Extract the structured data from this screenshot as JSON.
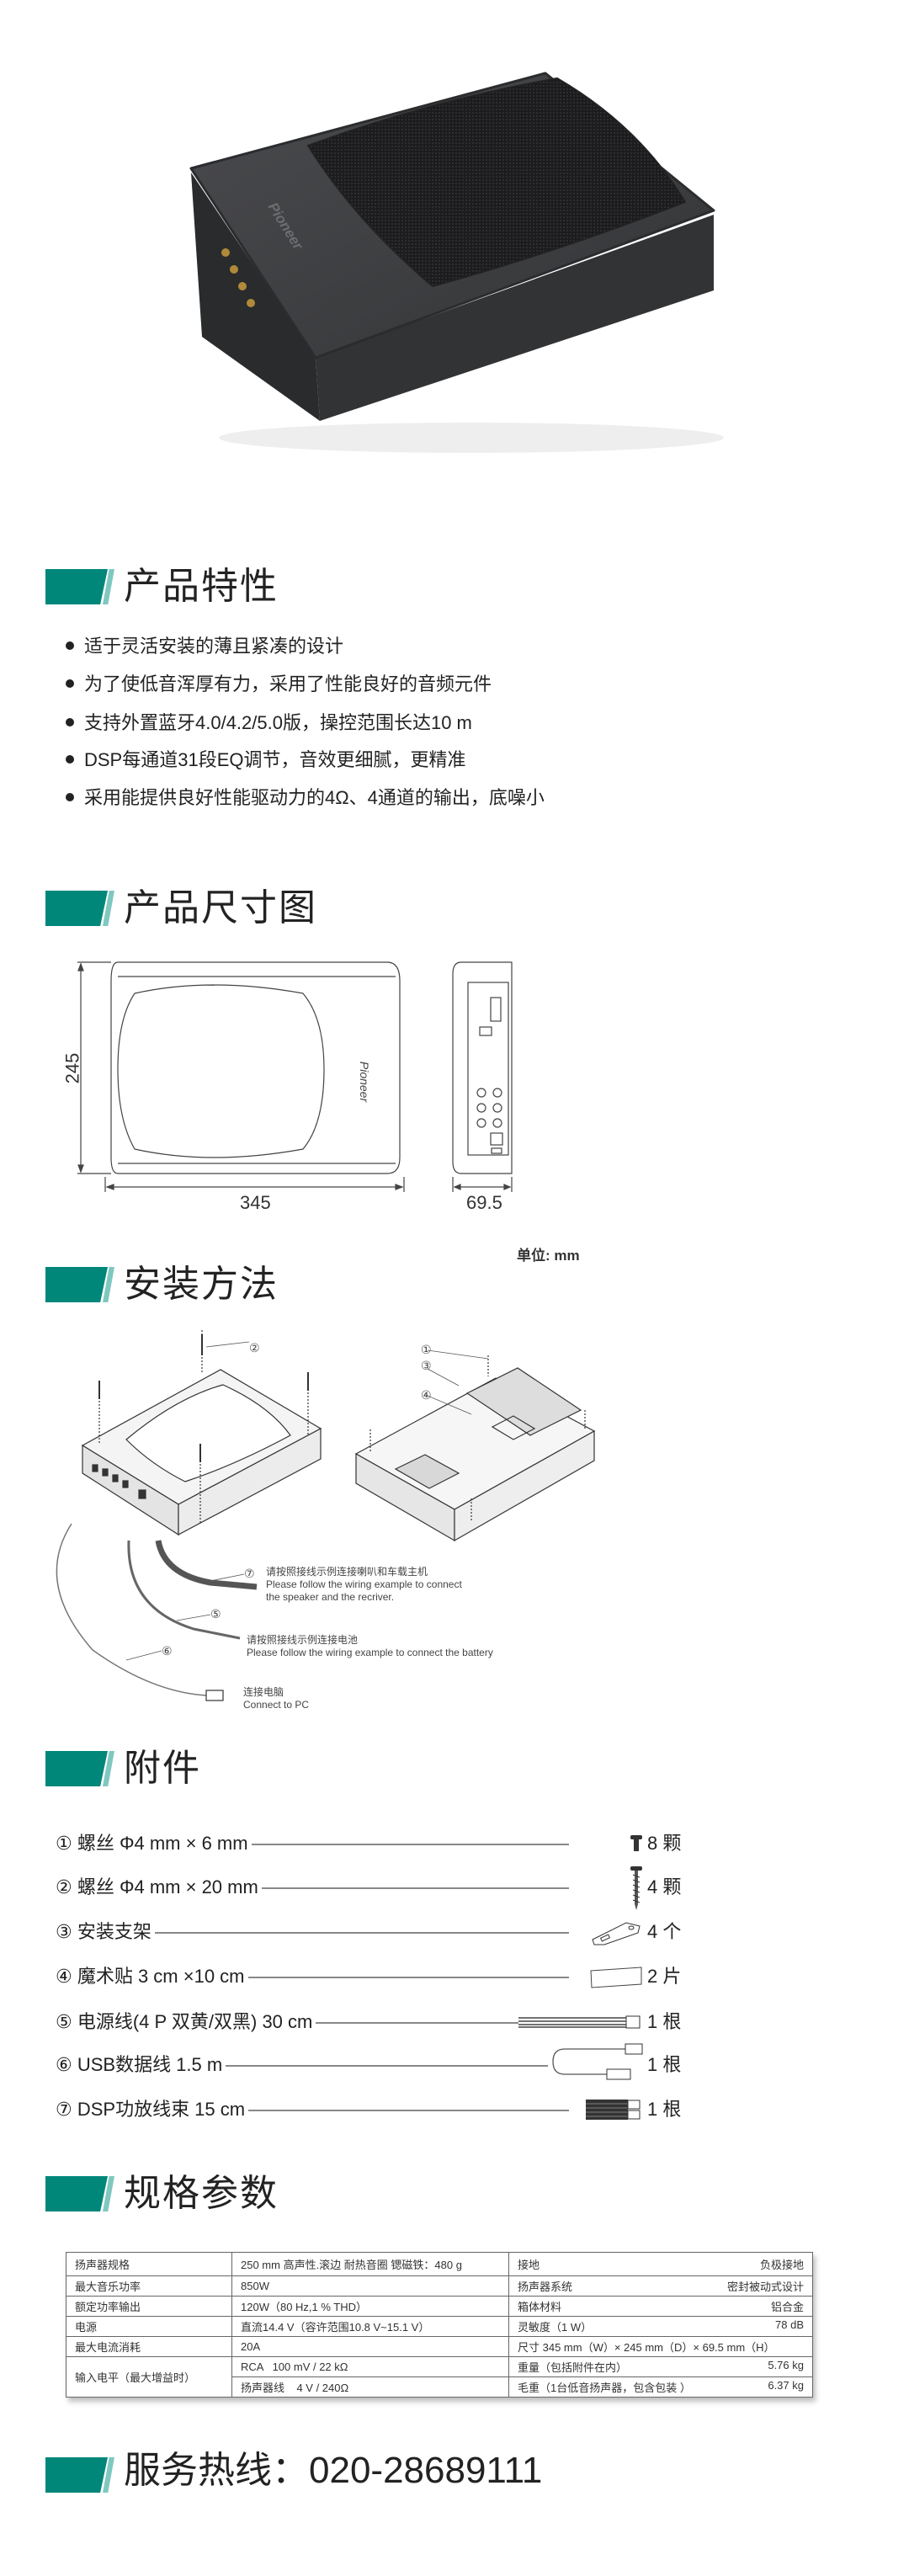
{
  "product": {
    "logo": "Pioneer"
  },
  "features": {
    "title": "产品特性",
    "items": [
      "适于灵活安装的薄且紧凑的设计",
      "为了使低音浑厚有力，采用了性能良好的音频元件",
      "支持外置蓝牙4.0/4.2/5.0版，操控范围长达10 m",
      "DSP每通道31段EQ调节，音效更细腻，更精准",
      "采用能提供良好性能驱动力的4Ω、4通道的输出，底噪小"
    ]
  },
  "dimensions": {
    "title": "产品尺寸图",
    "depth": "245",
    "width": "345",
    "height": "69.5",
    "unit": "单位: mm"
  },
  "install": {
    "title": "安装方法",
    "callouts": [
      "①",
      "②",
      "③",
      "④",
      "⑤",
      "⑥",
      "⑦"
    ],
    "speaker_cn": "请按照接线示例连接喇叭和车载主机",
    "speaker_en_1": "Please follow the wiring example to connect",
    "speaker_en_2": "the speaker and the recriver.",
    "battery_cn": "请按照接线示例连接电池",
    "battery_en": "Please follow the wiring example to connect the battery",
    "pc_cn": "连接电脑",
    "pc_en": "Connect to PC"
  },
  "accessories": {
    "title": "附件",
    "items": [
      {
        "label": "① 螺丝 Φ4 mm × 6 mm",
        "count": "8 颗",
        "icon": "short-screw"
      },
      {
        "label": "② 螺丝 Φ4 mm × 20 mm",
        "count": "4 颗",
        "icon": "long-screw"
      },
      {
        "label": "③ 安装支架",
        "count": "4 个",
        "icon": "bracket"
      },
      {
        "label": "④ 魔术贴 3 cm ×10 cm",
        "count": "2 片",
        "icon": "velcro-pad"
      },
      {
        "label": "⑤ 电源线(4 P 双黄/双黑) 30 cm",
        "count": "1 根",
        "icon": "power-cable"
      },
      {
        "label": "⑥ USB数据线 1.5 m",
        "count": "1 根",
        "icon": "usb-cable"
      },
      {
        "label": "⑦ DSP功放线束 15 cm",
        "count": "1 根",
        "icon": "wire-harness"
      }
    ]
  },
  "specs": {
    "title": "规格参数",
    "left": [
      {
        "k": "扬声器规格",
        "v": "250 mm 高声性.滚边  耐热音圈 锶磁铁：480 g"
      },
      {
        "k": "最大音乐功率",
        "v": "850W"
      },
      {
        "k": "额定功率输出",
        "v": "120W（80 Hz,1 % THD）"
      },
      {
        "k": "电源",
        "v": "直流14.4 V（容许范围10.8 V~15.1 V）"
      },
      {
        "k": "最大电流消耗",
        "v": "20A"
      },
      {
        "k": "输入电平（最大增益时）",
        "v": "RCA   100 mV / 22 kΩ",
        "v2": "扬声器线    4 V / 240Ω"
      }
    ],
    "right": [
      {
        "k": "接地",
        "v": "负极接地"
      },
      {
        "k": "扬声器系统",
        "v": "密封被动式设计"
      },
      {
        "k": "箱体材料",
        "v": "铝合金"
      },
      {
        "k": "灵敏度（1 W）",
        "v": "78 dB"
      },
      {
        "k": "尺寸  345 mm（W）× 245 mm（D）× 69.5 mm（H）",
        "v": ""
      },
      {
        "k": "重量（包括附件在内）",
        "v": "5.76 kg"
      },
      {
        "k": "毛重（1台低音扬声器，包含包装 ）",
        "v": "6.37 kg"
      }
    ]
  },
  "hotline": {
    "text": "服务热线：020-28689111"
  },
  "colors": {
    "accent": "#00877a",
    "accent_light": "#7fc8c0",
    "product_body": "#3a3b3d"
  }
}
